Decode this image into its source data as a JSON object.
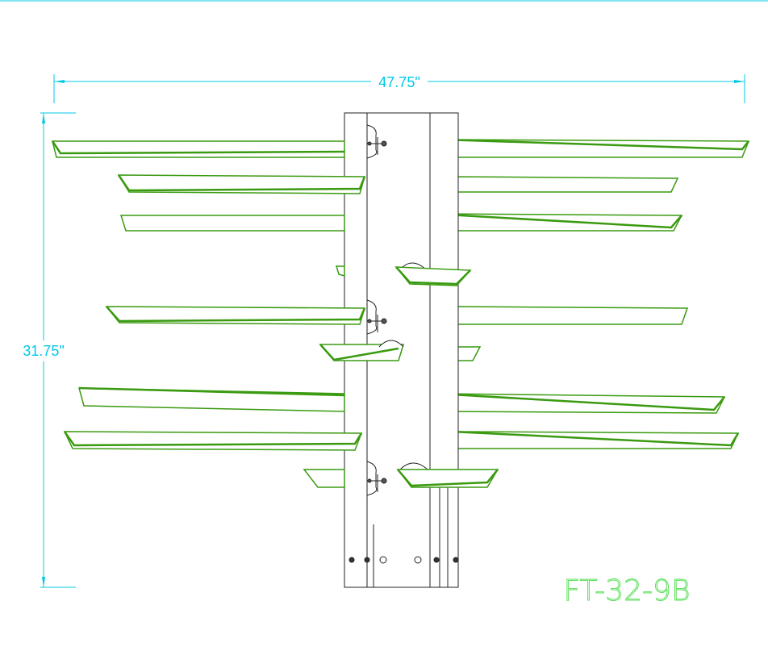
{
  "drawing": {
    "width_dimension": "47.75\"",
    "height_dimension": "31.75\"",
    "model_code": "FT-32-9B",
    "colors": {
      "dimension": "#00c8e6",
      "tray": "#3a9a10",
      "tray_light": "#7cc850",
      "outline": "#222222",
      "code": "#5ce05c",
      "background": "#ffffff"
    }
  }
}
